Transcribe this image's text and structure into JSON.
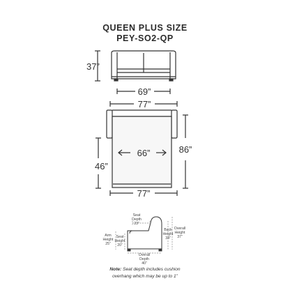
{
  "header": {
    "title_line1": "QUEEN PLUS SIZE",
    "title_line2": "PEY-SO2-QP"
  },
  "front_view": {
    "height_label": "37”",
    "width_label": "69”"
  },
  "top_view": {
    "top_width_label": "77”",
    "mattress_width_label": "66”",
    "open_depth_label": "86”",
    "closed_depth_label": "46”",
    "bottom_width_label": "77”"
  },
  "side_view": {
    "seat_depth": [
      "Seat",
      "Depth",
      "23”"
    ],
    "arm_height": [
      "Arm",
      "Height",
      "25”"
    ],
    "seat_height": [
      "Seat",
      "Height",
      "20”"
    ],
    "back_height": [
      "Back",
      "Height",
      "34”"
    ],
    "overall_height": [
      "Overall",
      "Height",
      "37”"
    ],
    "overall_depth": [
      "Overall",
      "Depth",
      "40”"
    ]
  },
  "note": {
    "bold": "Note:",
    "line1": " Seat depth includes cushion",
    "line2": "overhang which may be up to 1”"
  },
  "colors": {
    "line": "#333333",
    "mattress": "#f7f7f7"
  }
}
